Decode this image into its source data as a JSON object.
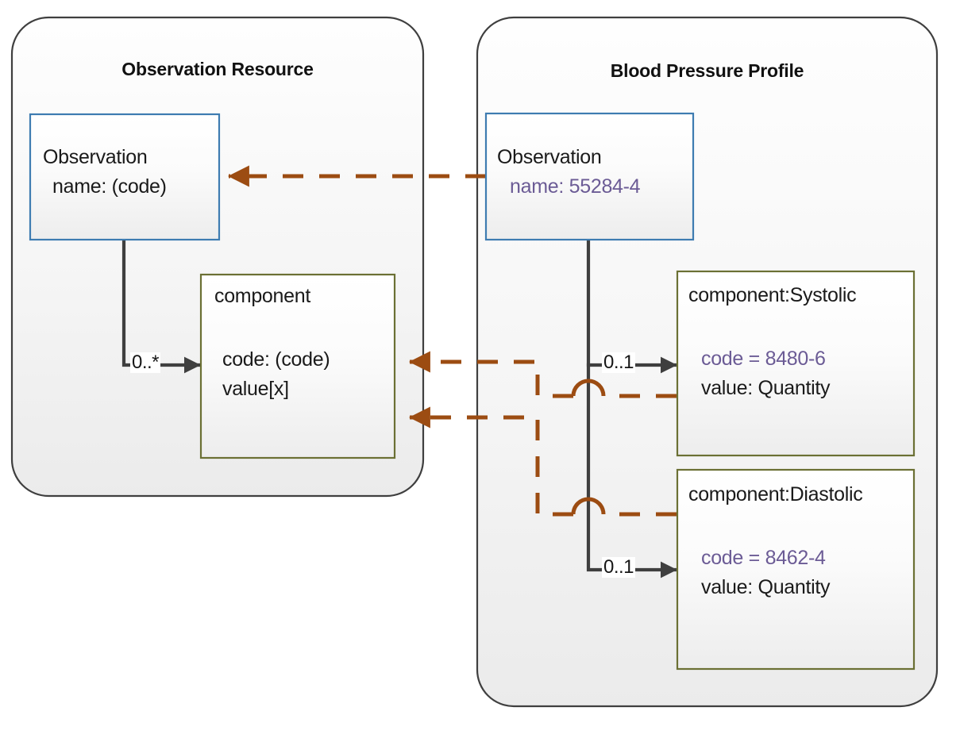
{
  "diagram": {
    "title_left": "Observation Resource",
    "title_right": "Blood Pressure Profile",
    "colors": {
      "panel_border": "#3f3f3f",
      "panel_fill_top": "#fdfdfd",
      "panel_fill_bottom": "#eeeeee",
      "blue_border": "#3e7cb1",
      "olive_border": "#6b7034",
      "brown_connector": "#9c4c12",
      "gray_connector": "#3f3f3f",
      "purple_text": "#6b5b95",
      "black_text": "#1a1a1a"
    }
  },
  "left_panel": {
    "observation": {
      "title": "Observation",
      "attribute": "name: (code)"
    },
    "component": {
      "title": "component",
      "attr1": "code: (code)",
      "attr2": "value[x]"
    },
    "multiplicity": "0..*"
  },
  "right_panel": {
    "observation": {
      "title": "Observation",
      "attribute": "name: 55284-4"
    },
    "systolic": {
      "title": "component:Systolic",
      "attr1": "code = 8480-6",
      "attr2": "value: Quantity",
      "multiplicity": "0..1"
    },
    "diastolic": {
      "title": "component:Diastolic",
      "attr1": "code = 8462-4",
      "attr2": "value: Quantity",
      "multiplicity": "0..1"
    }
  }
}
